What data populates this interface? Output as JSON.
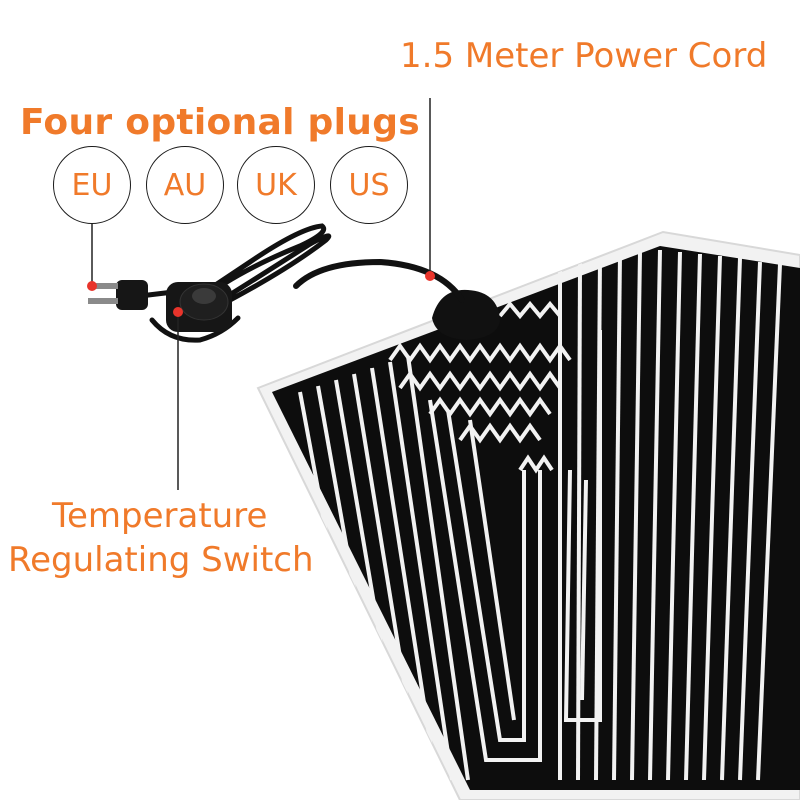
{
  "labels": {
    "plugs_title": "Four optional plugs",
    "power_cord": "1.5 Meter Power Cord",
    "switch_line1": "Temperature",
    "switch_line2": "Regulating Switch"
  },
  "plugs": [
    "EU",
    "AU",
    "UK",
    "US"
  ],
  "colors": {
    "accent": "#F07A2A",
    "callout_dot": "#E8342B",
    "element": "#0d0d0d",
    "board": "#f2f2f2"
  }
}
